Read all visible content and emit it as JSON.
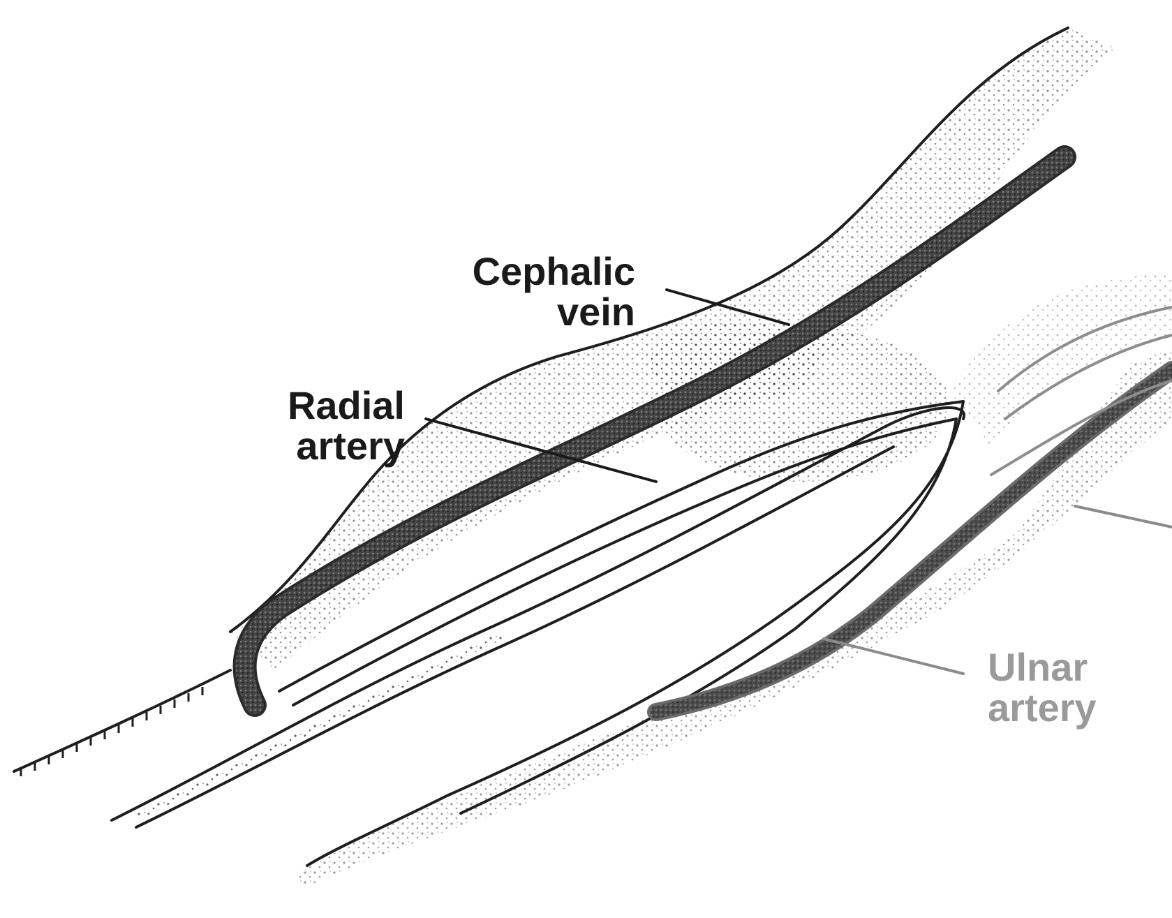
{
  "labels": {
    "cephalic_vein": {
      "line1": "Cephalic",
      "line2": "vein"
    },
    "radial_artery": {
      "line1": "Radial",
      "line2": "artery"
    },
    "ulnar_artery": {
      "line1": "Ulnar",
      "line2": "artery"
    }
  },
  "colors": {
    "ink": "#1e1e1e",
    "faded_ink": "#8d8d8d",
    "background": "#ffffff"
  }
}
